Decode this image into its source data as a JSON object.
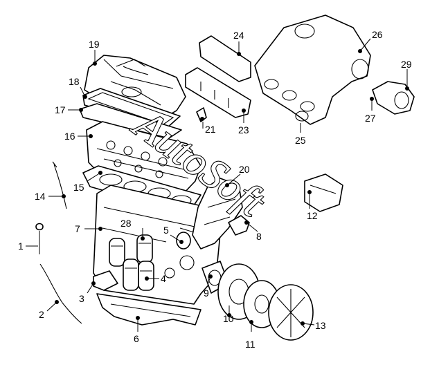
{
  "watermark": {
    "text": "AutoSoft"
  },
  "callouts": [
    {
      "id": "1",
      "label": "1"
    },
    {
      "id": "2",
      "label": "2"
    },
    {
      "id": "3",
      "label": "3"
    },
    {
      "id": "4",
      "label": "4"
    },
    {
      "id": "5",
      "label": "5"
    },
    {
      "id": "6",
      "label": "6"
    },
    {
      "id": "7",
      "label": "7"
    },
    {
      "id": "8",
      "label": "8"
    },
    {
      "id": "9",
      "label": "9"
    },
    {
      "id": "10",
      "label": "10"
    },
    {
      "id": "11",
      "label": "11"
    },
    {
      "id": "12",
      "label": "12"
    },
    {
      "id": "13",
      "label": "13"
    },
    {
      "id": "14",
      "label": "14"
    },
    {
      "id": "15",
      "label": "15"
    },
    {
      "id": "16",
      "label": "16"
    },
    {
      "id": "17",
      "label": "17"
    },
    {
      "id": "18",
      "label": "18"
    },
    {
      "id": "19",
      "label": "19"
    },
    {
      "id": "20",
      "label": "20"
    },
    {
      "id": "21",
      "label": "21"
    },
    {
      "id": "23",
      "label": "23"
    },
    {
      "id": "24",
      "label": "24"
    },
    {
      "id": "25",
      "label": "25"
    },
    {
      "id": "26",
      "label": "26"
    },
    {
      "id": "27",
      "label": "27"
    },
    {
      "id": "28",
      "label": "28"
    },
    {
      "id": "29",
      "label": "29"
    }
  ]
}
